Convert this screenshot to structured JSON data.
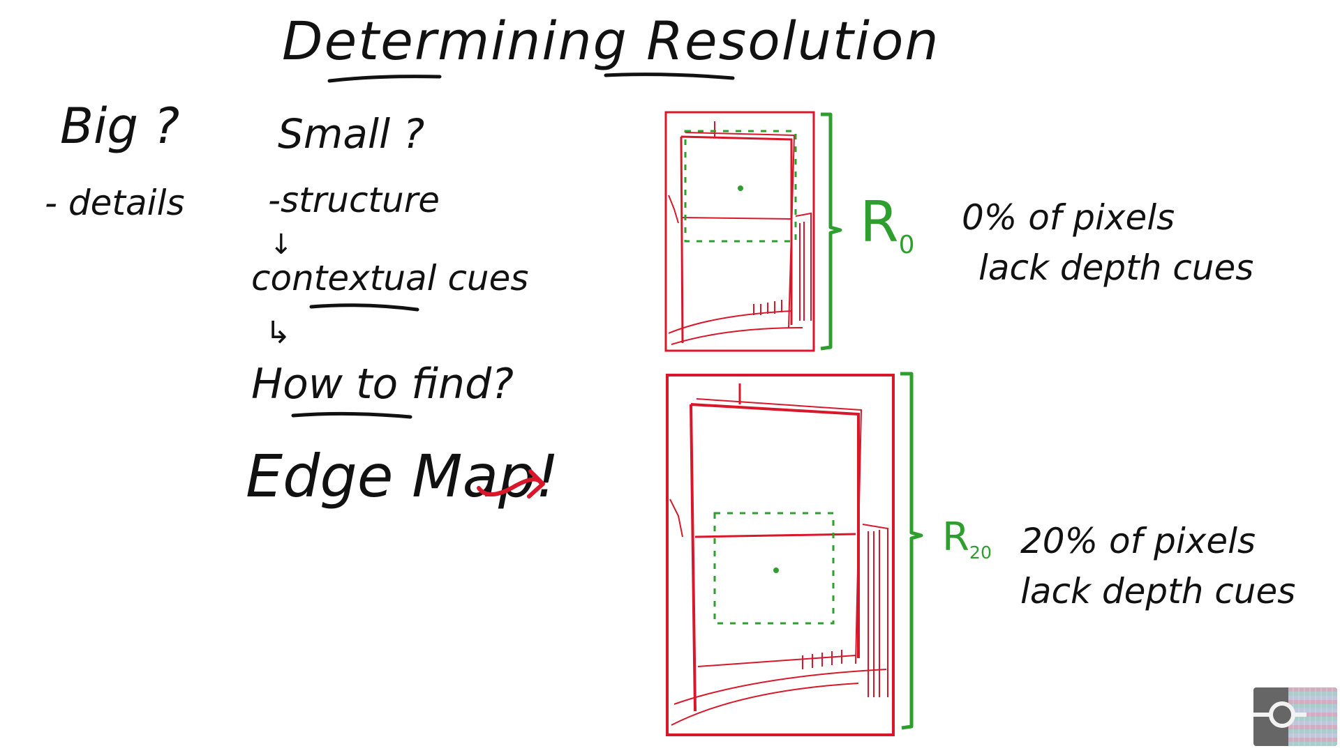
{
  "title": "Determining Resolution",
  "left_column": {
    "big": "Big ?",
    "details": "- details"
  },
  "middle_column": {
    "small": "Small ?",
    "structure": "-structure",
    "down_arrow": "↓",
    "contextual_cues": "contextual cues",
    "hook_arrow": "↳",
    "how_to_find": "How to find?",
    "edge_map": "Edge Map!"
  },
  "panels": {
    "r0": {
      "label_main": "R",
      "label_sub": "0",
      "line1": "0% of pixels",
      "line2": "lack depth cues"
    },
    "r20": {
      "label_main": "R",
      "label_sub": "20",
      "line1": "20% of pixels",
      "line2": "lack depth cues"
    }
  },
  "colors": {
    "ink": "#111111",
    "green": "#2e9e2e",
    "red": "#d8172a"
  },
  "icons": {
    "logo": "camera-pixel-logo",
    "arrow": "red-curved-arrow-icon"
  }
}
